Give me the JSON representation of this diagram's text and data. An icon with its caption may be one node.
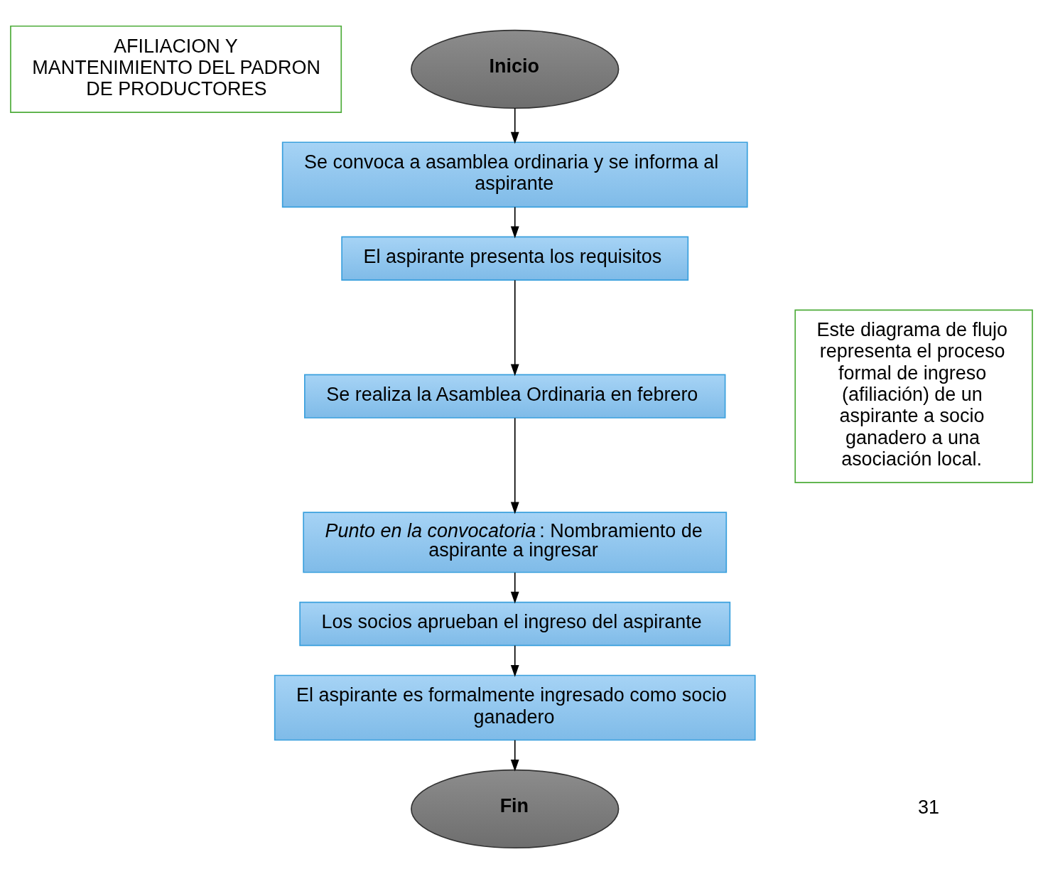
{
  "diagram": {
    "nodes": [
      {
        "text": [
          "AFILIACION Y MANTENIMIENTO DEL PADRON DE PRODUCTORES"
        ]
      },
      {
        "text": [
          "Inicio"
        ]
      },
      {
        "text": [
          "Se convoca a asamblea ordinaria y se informa al aspirante"
        ]
      },
      {
        "text": [
          "El aspirante presenta los requisitos"
        ]
      },
      {
        "text": [
          "Se realiza la Asamblea Ordinaria en febrero"
        ]
      },
      {
        "text": [
          "*Punto en la convocatoria*: Nombramiento de aspirante a ingresar"
        ]
      },
      {
        "text": [
          "Los socios aprueban el ingreso del aspirante"
        ]
      },
      {
        "text": [
          "El aspirante es formalmente ingresado como socio ganadero"
        ]
      },
      {
        "text": [
          "Fin"
        ]
      },
      {
        "text": [
          "Este diagrama de flujo representa el proceso formal de ingreso (afiliación) de un aspirante a socio ganadero a una asociación local."
        ]
      }
    ],
    "edges": [
      {
        "from": 1,
        "to": 2,
        "arrow": "to"
      },
      {
        "from": 2,
        "to": 3,
        "arrow": "to"
      },
      {
        "from": 3,
        "to": 4,
        "arrow": "to"
      },
      {
        "from": 4,
        "to": 5,
        "arrow": "to"
      },
      {
        "from": 5,
        "to": 6,
        "arrow": "to"
      },
      {
        "from": 6,
        "to": 7,
        "arrow": "to"
      },
      {
        "from": 7,
        "to": 8,
        "arrow": "to"
      }
    ],
    "labels": [
      "31"
    ]
  }
}
